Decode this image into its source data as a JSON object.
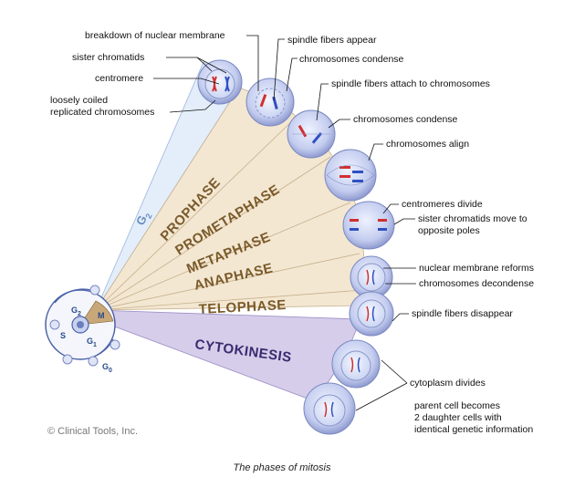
{
  "diagram": {
    "labels": {
      "breakdown": "breakdown of nuclear membrane",
      "sister_chromatids": "sister chromatids",
      "centromere": "centromere",
      "loosely_coiled_1": "loosely coiled",
      "loosely_coiled_2": "replicated chromosomes",
      "spindle_appear": "spindle fibers appear",
      "chrom_condense_1": "chromosomes condense",
      "spindle_attach": "spindle fibers attach to chromosomes",
      "chrom_condense_2": "chromosomes condense",
      "chrom_align": "chromosomes align",
      "centromeres_divide": "centromeres divide",
      "sister_move_1": "sister chromatids move to",
      "sister_move_2": "opposite poles",
      "nuclear_reforms": "nuclear membrane reforms",
      "chrom_decondense": "chromosomes decondense",
      "spindle_disappear": "spindle fibers disappear",
      "cytoplasm_divides": "cytoplasm divides",
      "parent_1": "parent cell becomes",
      "parent_2": "2 daughter cells with",
      "parent_3": "identical genetic information"
    },
    "phases": {
      "g2": "G",
      "g2_sub": "2",
      "prophase": "PROPHASE",
      "prometaphase": "PROMETAPHASE",
      "metaphase": "METAPHASE",
      "anaphase": "ANAPHASE",
      "telophase": "TELOPHASE",
      "cytokinesis": "CYTOKINESIS"
    },
    "cycle": {
      "g2": "G",
      "g2_sub": "2",
      "m": "M",
      "s": "S",
      "g1": "G",
      "g1_sub": "1",
      "g0": "G",
      "g0_sub": "0"
    },
    "copyright": "© Clinical Tools, Inc.",
    "caption": "The phases of mitosis",
    "colors": {
      "g2_wedge": "#e3eefa",
      "phase_wedge": "#f3e7d2",
      "cyto_wedge": "#d6cdea",
      "cell_fill": "#c9d3f0",
      "cell_stroke": "#7a88c0",
      "chromosome_red": "#d03030",
      "chromosome_blue": "#3050c0"
    }
  }
}
